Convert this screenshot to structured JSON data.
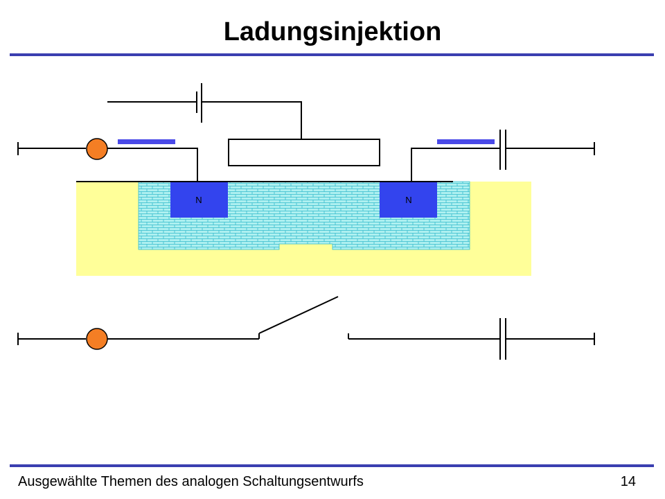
{
  "slide": {
    "title": "Ladungsinjektion",
    "footer_text": "Ausgewählte Themen des analogen Schaltungsentwurfs",
    "page_number": "14"
  },
  "diagram": {
    "regions": {
      "source_label": "N",
      "drain_label": "N"
    },
    "colors": {
      "substrate": "#ffff99",
      "channel_well": "#aef0f0",
      "channel_hatch": "#33bbcc",
      "diffusion": "#3344ee",
      "plate": "#4a4ae8",
      "source_node": "#f47e24",
      "wire": "#000000",
      "rule": "#3b3fb0"
    }
  }
}
